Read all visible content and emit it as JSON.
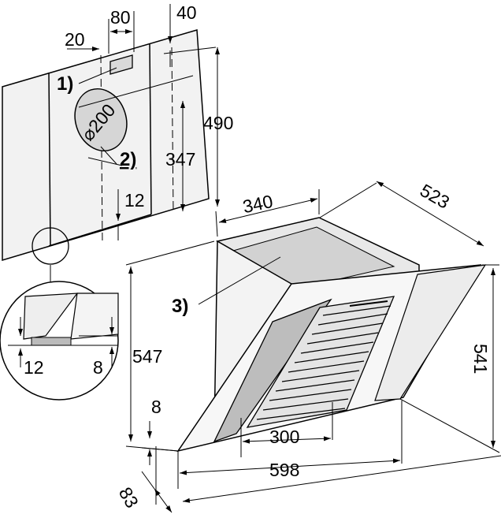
{
  "labels": {
    "callout_1": "1)",
    "callout_2": "2)",
    "callout_3": "3)",
    "diameter": "⌀200"
  },
  "dimensions": {
    "d20": "20",
    "d80": "80",
    "d40": "40",
    "d490": "490",
    "d347": "347",
    "d12": "12",
    "d340": "340",
    "d523": "523",
    "d547": "547",
    "d541": "541",
    "d8": "8",
    "d300": "300",
    "d598": "598",
    "d83": "83",
    "detail_12": "12",
    "detail_8": "8"
  }
}
